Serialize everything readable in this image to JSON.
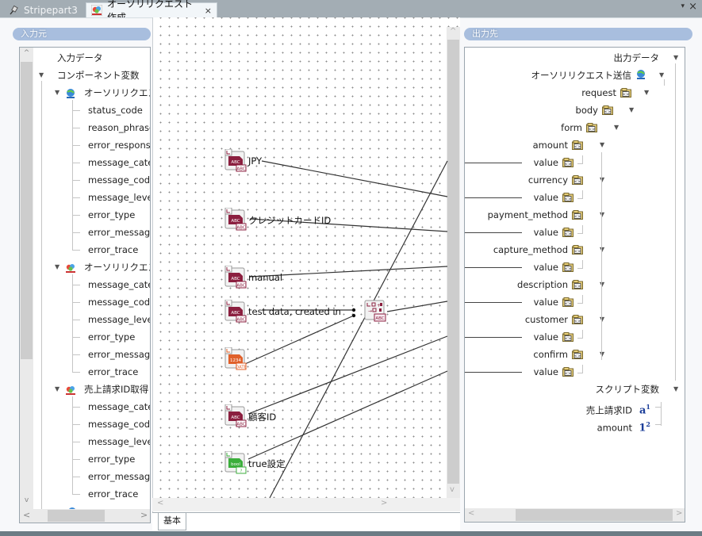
{
  "tabs": [
    {
      "label": "Stripepart3",
      "active": false,
      "icon": "pin-icon"
    },
    {
      "label": "オーソリリクエスト作成",
      "active": true,
      "icon": "component-icon",
      "close": "×"
    }
  ],
  "window_controls": {
    "menu": "▾",
    "close": "×"
  },
  "left_panel": {
    "title": "入力元",
    "items": [
      {
        "label": "入力データ",
        "level": 0,
        "expander": ""
      },
      {
        "label": "コンポーネント変数",
        "level": 0,
        "expander": "▼"
      },
      {
        "label": "オーソリリクエス",
        "level": 1,
        "expander": "▼",
        "icon": "globe-icon"
      },
      {
        "label": "status_code",
        "level": 2
      },
      {
        "label": "reason_phrase",
        "level": 2
      },
      {
        "label": "error_response",
        "level": 2
      },
      {
        "label": "message_cate",
        "level": 2
      },
      {
        "label": "message_code",
        "level": 2
      },
      {
        "label": "message_level",
        "level": 2
      },
      {
        "label": "error_type",
        "level": 2
      },
      {
        "label": "error_message",
        "level": 2
      },
      {
        "label": "error_trace",
        "level": 2
      },
      {
        "label": "オーソリリクエス",
        "level": 1,
        "expander": "▼",
        "icon": "component-icon"
      },
      {
        "label": "message_cate",
        "level": 2
      },
      {
        "label": "message_code",
        "level": 2
      },
      {
        "label": "message_level",
        "level": 2
      },
      {
        "label": "error_type",
        "level": 2
      },
      {
        "label": "error_message",
        "level": 2
      },
      {
        "label": "error_trace",
        "level": 2
      },
      {
        "label": "売上請求ID取得",
        "level": 1,
        "expander": "▼",
        "icon": "component-icon"
      },
      {
        "label": "message_cate",
        "level": 2
      },
      {
        "label": "message_code",
        "level": 2
      },
      {
        "label": "message_level",
        "level": 2
      },
      {
        "label": "error_type",
        "level": 2
      },
      {
        "label": "error_message",
        "level": 2
      },
      {
        "label": "error_trace",
        "level": 2
      }
    ]
  },
  "canvas": {
    "nodes": [
      {
        "label": "JPY",
        "type": "string-constant"
      },
      {
        "label": "クレジットカードID",
        "type": "string-constant"
      },
      {
        "label": "manual",
        "type": "string-constant"
      },
      {
        "label": "test data, created in",
        "type": "string-constant"
      },
      {
        "label": "",
        "type": "date-now"
      },
      {
        "label": "",
        "type": "string-concat"
      },
      {
        "label": "顧客ID",
        "type": "string-constant"
      },
      {
        "label": "true設定",
        "type": "boolean-constant"
      }
    ],
    "bottom_tab": "基本"
  },
  "right_panel": {
    "title": "出力先",
    "items": [
      {
        "label": "出力データ",
        "expander": "▼"
      },
      {
        "label": "オーソリリクエスト送信",
        "icon": "globe-icon",
        "expander": "▼"
      },
      {
        "label": "request",
        "icon": "folder-icon",
        "expander": "▼"
      },
      {
        "label": "body",
        "icon": "folder-icon",
        "expander": "▼"
      },
      {
        "label": "form",
        "icon": "folder-icon",
        "expander": "▼"
      },
      {
        "label": "amount",
        "icon": "folder-icon",
        "expander": "▼"
      },
      {
        "label": "value",
        "icon": "folder-icon"
      },
      {
        "label": "currency",
        "icon": "folder-icon",
        "expander": "▼"
      },
      {
        "label": "value",
        "icon": "folder-icon"
      },
      {
        "label": "payment_method",
        "icon": "folder-icon",
        "expander": "▼"
      },
      {
        "label": "value",
        "icon": "folder-icon"
      },
      {
        "label": "capture_method",
        "icon": "folder-icon",
        "expander": "▼"
      },
      {
        "label": "value",
        "icon": "folder-icon"
      },
      {
        "label": "description",
        "icon": "folder-icon",
        "expander": "▼"
      },
      {
        "label": "value",
        "icon": "folder-icon"
      },
      {
        "label": "customer",
        "icon": "folder-icon",
        "expander": "▼"
      },
      {
        "label": "value",
        "icon": "folder-icon"
      },
      {
        "label": "confirm",
        "icon": "folder-icon",
        "expander": "▼"
      },
      {
        "label": "value",
        "icon": "folder-icon"
      },
      {
        "label": "スクリプト変数",
        "expander": "▼"
      },
      {
        "label": "売上請求ID",
        "icon": "string-var-icon",
        "glyph": "a1"
      },
      {
        "label": "amount",
        "icon": "number-var-icon",
        "glyph": "12"
      }
    ]
  },
  "scroll_glyphs": {
    "up": "^",
    "down": "v",
    "left": "<",
    "right": ">"
  },
  "colors": {
    "header_pill": "#a8bede",
    "string_node": "#8b1f3f",
    "date_node": "#e0602a",
    "bool_node": "#3cae3c",
    "tab_bar": "#a3adb4"
  }
}
